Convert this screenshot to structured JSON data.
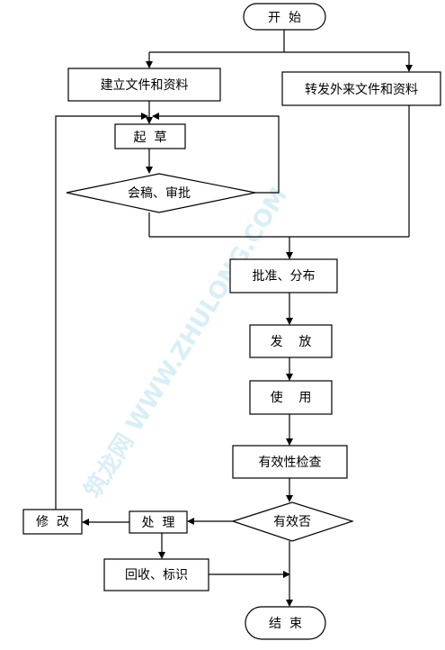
{
  "nodes": {
    "start": "开  始",
    "create_docs": "建立文件和资料",
    "forward_external": "转发外来文件和资料",
    "draft": "起  草",
    "review_approve": "会稿、审批",
    "approve_distribute": "批准、分布",
    "issue": "发    放",
    "use": "使    用",
    "validity_check": "有效性检查",
    "is_valid": "有效否",
    "handle": "处  理",
    "modify": "修  改",
    "recall_mark": "回收、标识",
    "end": "结  束"
  },
  "watermark": "筑龙网 WWW.ZHULONG.COM",
  "colors": {
    "line": "#000000",
    "fill": "#ffffff",
    "watermark": "#d9eef7"
  }
}
